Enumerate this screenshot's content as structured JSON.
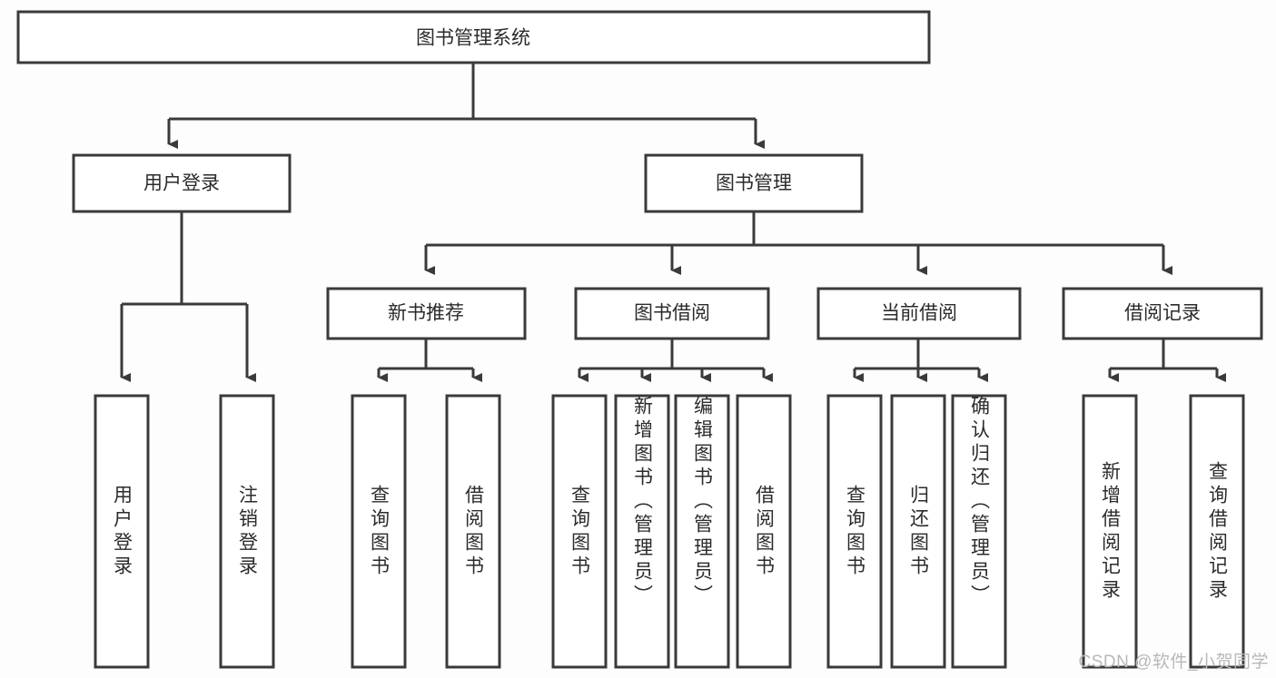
{
  "diagram": {
    "type": "hierarchy-tree",
    "title_node": {
      "label": "图书管理系统"
    },
    "level2": [
      {
        "label": "用户登录"
      },
      {
        "label": "图书管理"
      }
    ],
    "level3": [
      {
        "label": "新书推荐"
      },
      {
        "label": "图书借阅"
      },
      {
        "label": "当前借阅"
      },
      {
        "label": "借阅记录"
      }
    ],
    "leaves": {
      "user_login": [
        {
          "label": "用户登录"
        },
        {
          "label": "注销登录"
        }
      ],
      "new_book_recommend": [
        {
          "label": "查询图书"
        },
        {
          "label": "借阅图书"
        }
      ],
      "book_borrow": [
        {
          "label": "查询图书"
        },
        {
          "label": "新增图书（管理员）"
        },
        {
          "label": "编辑图书（管理员）"
        },
        {
          "label": "借阅图书"
        }
      ],
      "current_borrow": [
        {
          "label": "查询图书"
        },
        {
          "label": "归还图书"
        },
        {
          "label": "确认归还（管理员）"
        }
      ],
      "borrow_record": [
        {
          "label": "新增借阅记录"
        },
        {
          "label": "查询借阅记录"
        }
      ]
    },
    "watermark": "CSDN @软件_小贺同学",
    "colors": {
      "stroke": "#3a3a3a",
      "box_fill": "#ffffff",
      "text": "#2b2b2b",
      "background": "#fdfdfd",
      "watermark": "#b8b8b8"
    }
  }
}
